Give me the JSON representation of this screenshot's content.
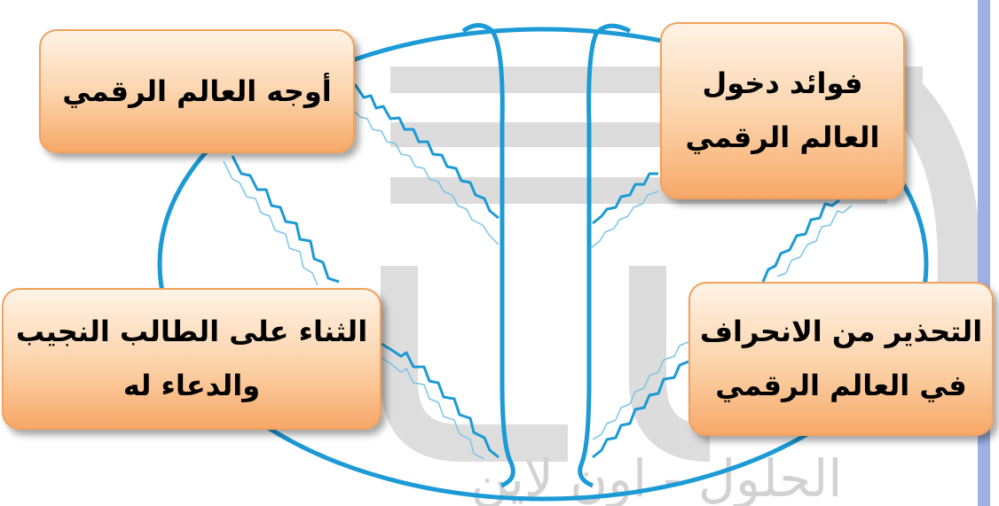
{
  "diagram": {
    "top_left": {
      "lines": [
        "أوجه العالم الرقمي"
      ]
    },
    "top_right": {
      "lines": [
        "فوائد دخول",
        "العالم الرقمي"
      ]
    },
    "bottom_left": {
      "lines": [
        "الثناء على الطالب النجيب",
        "والدعاء له"
      ]
    },
    "bottom_right": {
      "lines": [
        "التحذير من الانحراف",
        "في العالم الرقمي"
      ]
    }
  },
  "watermark": {
    "text": "الحلول - اون لاين"
  },
  "colors": {
    "ring": "#1b9ad6",
    "box_border": "#f0a15d",
    "box_fill_top": "#fff3e6",
    "box_fill_bottom": "#f7a868",
    "watermark": "#d2d2d2",
    "side_bar": "#9fb0e6"
  }
}
